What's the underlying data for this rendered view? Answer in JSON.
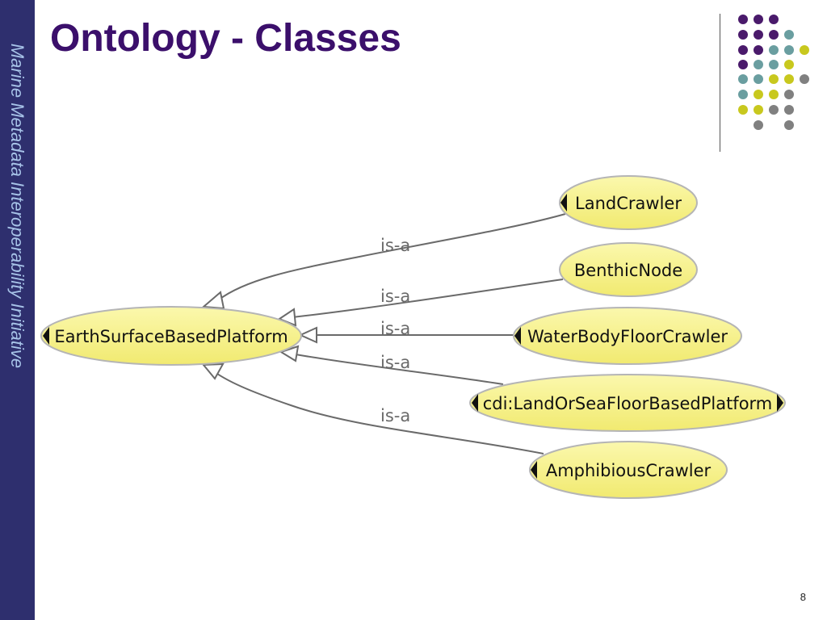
{
  "sidebar": {
    "text": "Marine Metadata Interoperability Initiative"
  },
  "slide": {
    "title": "Ontology - Classes",
    "page_number": "8"
  },
  "diagram": {
    "root": {
      "label": "EarthSurfaceBasedPlatform"
    },
    "children": [
      {
        "label": "LandCrawler",
        "edge_label": "is-a"
      },
      {
        "label": "BenthicNode",
        "edge_label": "is-a"
      },
      {
        "label": "WaterBodyFloorCrawler",
        "edge_label": "is-a"
      },
      {
        "label": "cdi:LandOrSeaFloorBasedPlatform",
        "edge_label": "is-a"
      },
      {
        "label": "AmphibiousCrawler",
        "edge_label": "is-a"
      }
    ]
  },
  "colors": {
    "sidebar_bg": "#2e2f6e",
    "sidebar_text": "#a7c3e8",
    "title": "#3b0f6b",
    "node_fill": "#f7f28a",
    "node_stroke": "#b5b5b5",
    "edge": "#6a6a6a",
    "dot_purple": "#4a1a6b",
    "dot_teal": "#6a9ea0",
    "dot_yellow": "#c8c81e",
    "dot_gray": "#808080"
  }
}
